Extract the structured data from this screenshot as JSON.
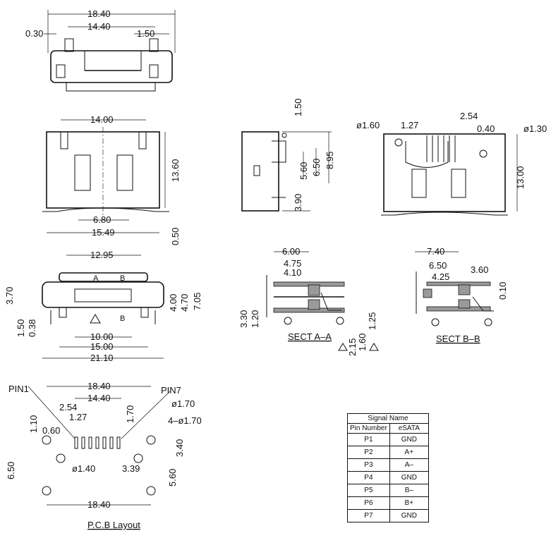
{
  "top_view": {
    "d1": "18.40",
    "d2": "14.40",
    "d3": "0.30",
    "d4": "1.50"
  },
  "front_view": {
    "d1": "14.00",
    "d2": "13.60",
    "d3": "6.80",
    "d4": "15.49",
    "d5": "0.50"
  },
  "side_view": {
    "d1": "1.50",
    "d2": "8.95",
    "d3": "6.50",
    "d4": "5.60",
    "d5": "3.90"
  },
  "rear_view": {
    "d1": "ø1.60",
    "d2": "1.27",
    "d3": "2.54",
    "d4": "0.40",
    "d5": "ø1.30",
    "d6": "13.00"
  },
  "bottom_front": {
    "d1": "12.95",
    "d2": "3.70",
    "d3": "1.50",
    "d4": "0.38",
    "d5": "4.00",
    "d6": "4.70",
    "d7": "7.05",
    "d8": "10.00",
    "d9": "15.00",
    "d10": "21.10",
    "a": "A",
    "b": "B"
  },
  "sect_a": {
    "title": "SECT A–A",
    "d1": "6.00",
    "d2": "4.75",
    "d3": "4.10",
    "d4": "3.30",
    "d5": "1.20",
    "d6": "1.25",
    "d7": "2.15",
    "d8": "1.60"
  },
  "sect_b": {
    "title": "SECT B–B",
    "d1": "7.40",
    "d2": "6.50",
    "d3": "4.25",
    "d4": "3.60",
    "d5": "0.10"
  },
  "pcb": {
    "title": "P.C.B  Layout",
    "pin1": "PIN1",
    "pin7": "PIN7",
    "d1": "18.40",
    "d2": "14.40",
    "d3": "2.54",
    "d4": "1.70",
    "d5": "ø1.70",
    "d6": "1.27",
    "d7": "4–ø1.70",
    "d8": "1.10",
    "d9": "0.60",
    "d10": "3.40",
    "d11": "6.50",
    "d12": "ø1.40",
    "d13": "3.39",
    "d14": "5.60",
    "d15": "18.40"
  },
  "signal_table": {
    "title": "Signal  Name",
    "col1": "Pin Number",
    "col2": "eSATA",
    "rows": [
      [
        "P1",
        "GND"
      ],
      [
        "P2",
        "A+"
      ],
      [
        "P3",
        "A–"
      ],
      [
        "P4",
        "GND"
      ],
      [
        "P5",
        "B–"
      ],
      [
        "P6",
        "B+"
      ],
      [
        "P7",
        "GND"
      ]
    ]
  }
}
